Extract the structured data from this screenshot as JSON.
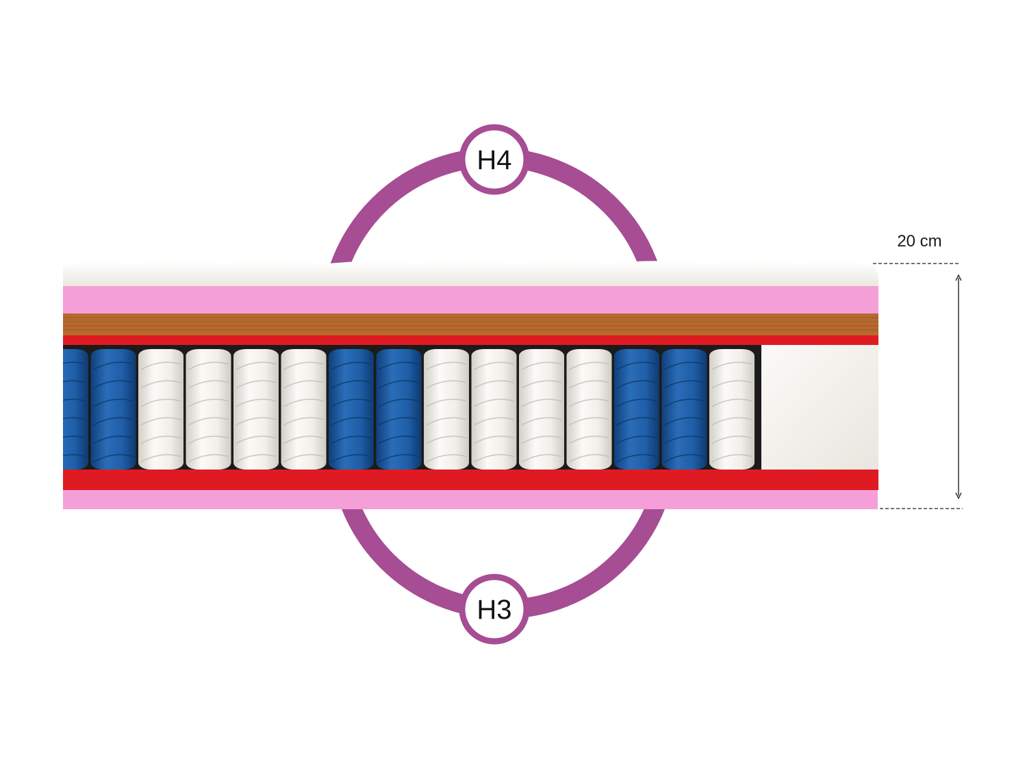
{
  "firmness": {
    "top_label": "H4",
    "bottom_label": "H3"
  },
  "dimension": {
    "height_label": "20 cm"
  },
  "springs": {
    "pattern": [
      "blue",
      "blue",
      "white",
      "white",
      "white",
      "white",
      "blue",
      "blue",
      "white",
      "white",
      "white",
      "white",
      "blue",
      "blue",
      "white"
    ]
  },
  "colors": {
    "ring": "#a64d93",
    "pink_foam": "#f59fd8",
    "coconut": "#b8692e",
    "red_foam": "#e01a22",
    "spring_blue": "#1f5ea8",
    "spring_white": "#f1efea",
    "cover": "#f5f3ef"
  }
}
